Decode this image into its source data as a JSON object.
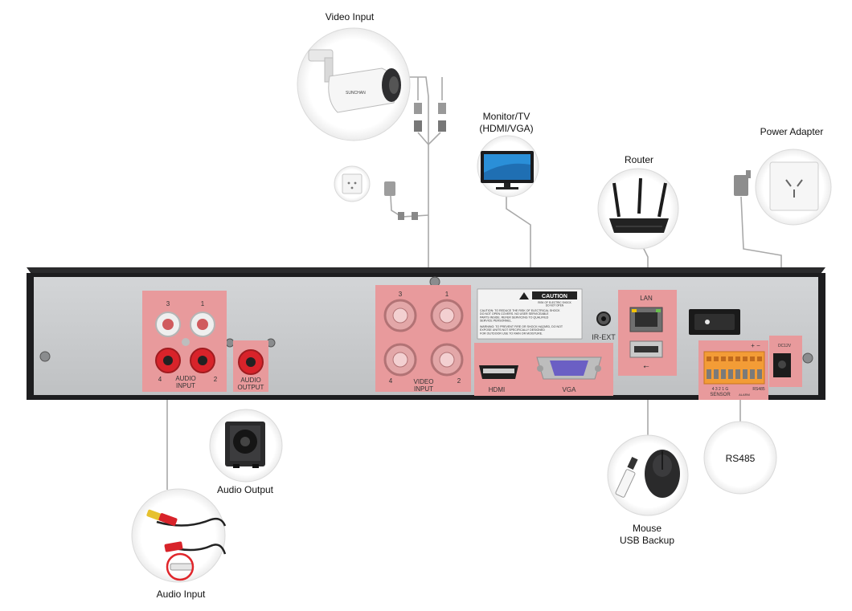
{
  "devices": {
    "video_input": "Video Input",
    "monitor": "Monitor/TV\n(HDMI/VGA)",
    "router": "Router",
    "power_adapter": "Power Adapter",
    "audio_output": "Audio Output",
    "audio_input": "Audio Input",
    "mouse_usb": "Mouse\nUSB Backup",
    "rs485": "RS485",
    "camera_brand": "SUNCHAN"
  },
  "panel": {
    "audio_input_label": "AUDIO\nINPUT",
    "audio_output_label": "AUDIO\nOUTPUT",
    "video_input_label": "VIDEO\nINPUT",
    "audio_ch": [
      "3",
      "1",
      "4",
      "2"
    ],
    "video_ch": [
      "3",
      "1",
      "4",
      "2"
    ],
    "caution_title": "CAUTION",
    "caution_sub": "RISK OF ELECTRIC SHOCK\nDO NOT OPEN",
    "caution_text": "CAUTION: TO REDUCE THE RISK OF ELECTRICAL SHOCK\nDO NOT OPEN COVERS. NO USER SERVICEABLE\nPARTS INSIDE. REFER SERVICING TO QUALIFIED\nSERVICE PERSONNEL.",
    "warning_text": "WARNING: TO PREVENT FIRE OR SHOCK HAZARD, DO NOT\nEXPOSE UNITS NOT SPECIFICALLY DESIGNED\nFOR OUTDOOR USE TO RAIN OR MOISTURE.",
    "ir_ext": "IR-EXT",
    "hdmi": "HDMI",
    "vga": "VGA",
    "lan": "LAN",
    "usb_symbol": "⭠",
    "sensor_label": "SENSOR",
    "alarm_label": "ALARM",
    "sensor_pins": "4  3  2  1  G",
    "rs485_label": "RS485",
    "plus_minus": "+ −",
    "power_spec": "DC12V"
  },
  "colors": {
    "highlight": "#e89a9c",
    "panel": "#c9cbcd",
    "panel_edge": "#1d1d1f",
    "terminal": "#f39c36",
    "cable": "#a9a9a9",
    "rca_red": "#d8232a",
    "vga_blue": "#6b5fc4"
  }
}
